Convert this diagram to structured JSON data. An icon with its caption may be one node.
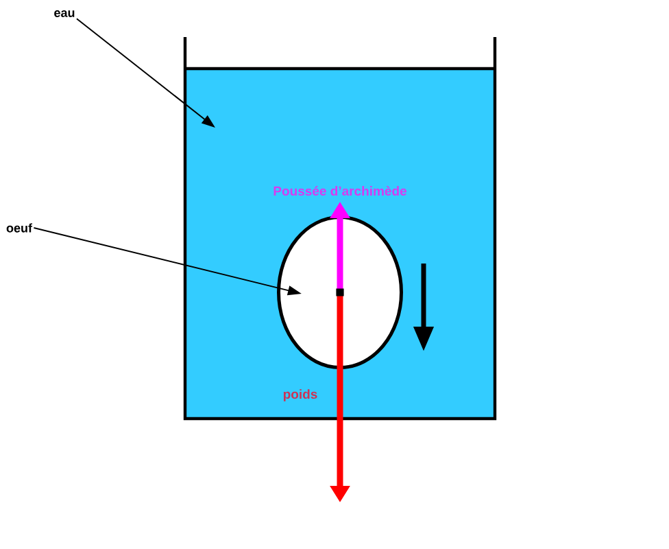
{
  "diagram": {
    "nodes": [
      {
        "text": [
          "eau"
        ]
      },
      {
        "text": [],
        "shape": "box"
      },
      {
        "text": [
          "oeuf"
        ]
      },
      {
        "text": [],
        "shape": "ellipse",
        "in": 1
      }
    ],
    "edges": [
      {
        "from": 0,
        "to": 1,
        "arrow": "to"
      },
      {
        "from": 2,
        "to": 3,
        "arrow": "to"
      }
    ],
    "labels": [
      "Poussée d’archimède",
      "poids"
    ]
  }
}
